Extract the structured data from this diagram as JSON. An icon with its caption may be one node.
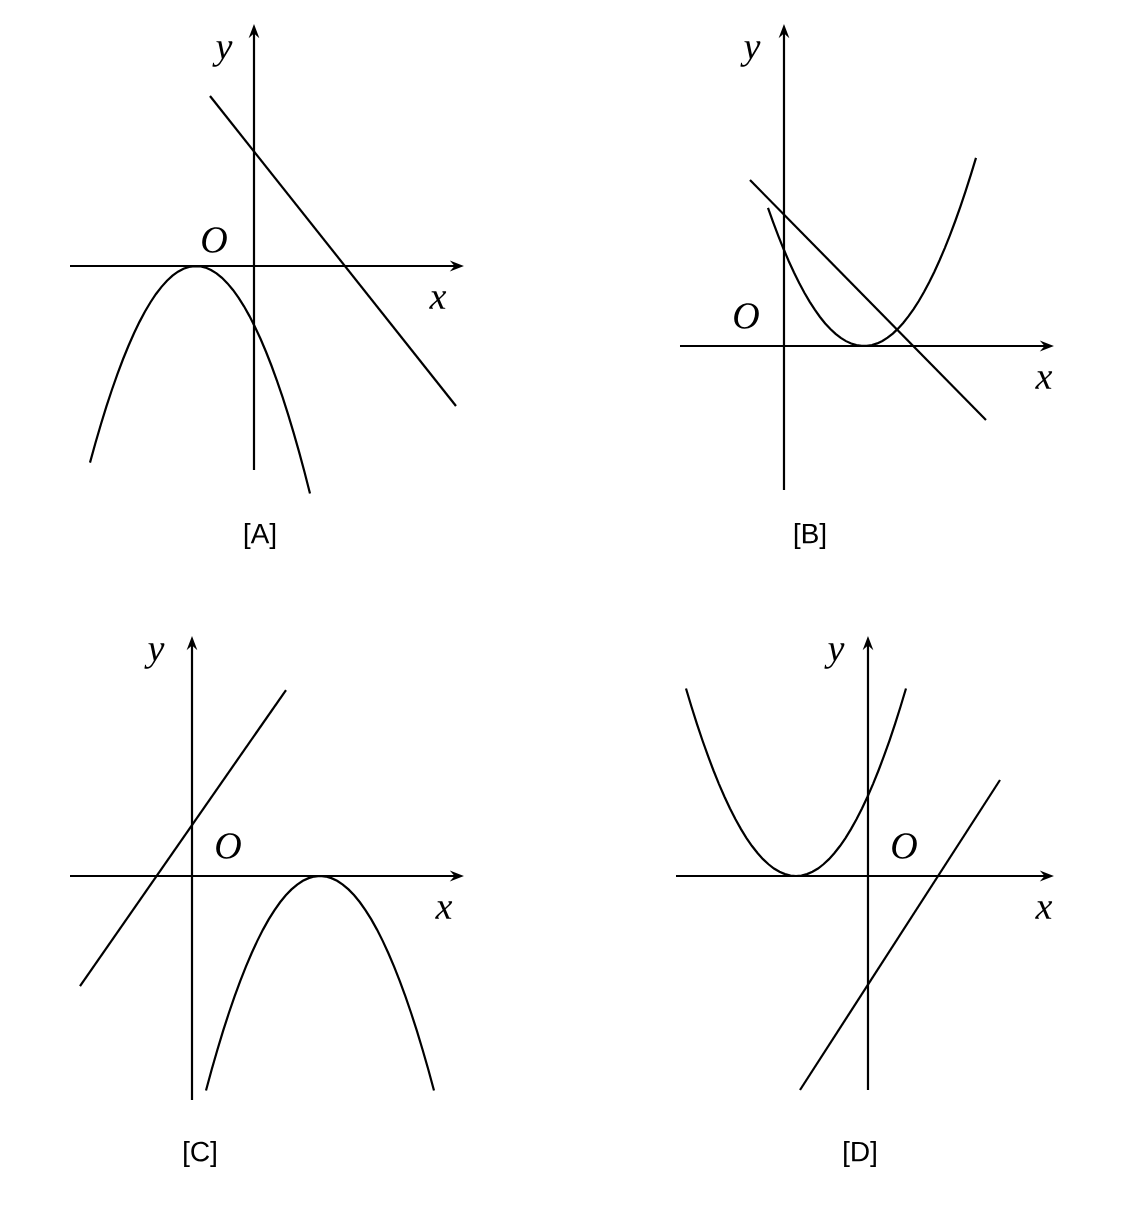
{
  "diagram": {
    "labels": [
      "y",
      "O",
      "x",
      "[A]",
      "y",
      "O",
      "x",
      "[B]",
      "y",
      "O",
      "x",
      "[C]",
      "y",
      "O",
      "x",
      "[D]"
    ]
  }
}
